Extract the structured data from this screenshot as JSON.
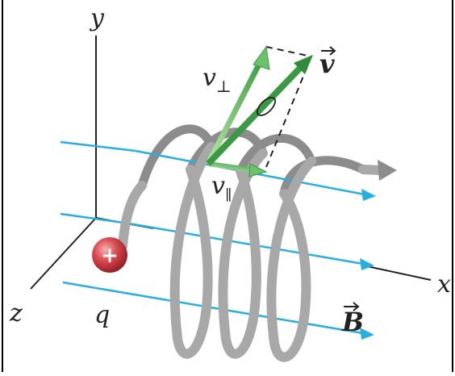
{
  "labels": {
    "y_axis": "y",
    "x_axis": "x",
    "z_axis": "z",
    "charge": "q",
    "charge_sign": "+",
    "v_perp_main": "v",
    "v_perp_sub": "⊥",
    "v_par_main": "v",
    "v_par_sub": "∥",
    "velocity": "v",
    "field": "B",
    "angle_symbol": "ϕ"
  },
  "colors": {
    "helix": "#9a9a9a",
    "field_lines": "#29aee0",
    "vector_green": "#3a9a44",
    "vector_green_light": "#8fd08a",
    "charge_red": "#c8323a",
    "axis": "#222222",
    "dashed": "#222222"
  },
  "icons": {
    "charge": "positive-charge-ball",
    "field_arrowhead": "blue-arrowhead",
    "vector_arrowhead": "green-arrowhead"
  }
}
